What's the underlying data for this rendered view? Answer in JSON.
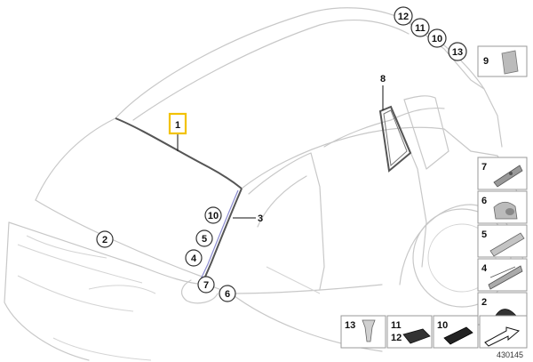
{
  "diagram_id": "430145",
  "callouts": {
    "c1": "1",
    "c2": "2",
    "c3": "3",
    "c4": "4",
    "c5": "5",
    "c6": "6",
    "c7": "7",
    "c8": "8",
    "c10": "10",
    "c11": "11",
    "c12": "12",
    "c13": "13",
    "c10b": "10"
  },
  "side_boxes": [
    "7",
    "6",
    "5",
    "4",
    "2"
  ],
  "bottom_boxes": [
    "13",
    "11",
    "12",
    "10"
  ],
  "box9": "9",
  "highlight_color": "#f2c200"
}
